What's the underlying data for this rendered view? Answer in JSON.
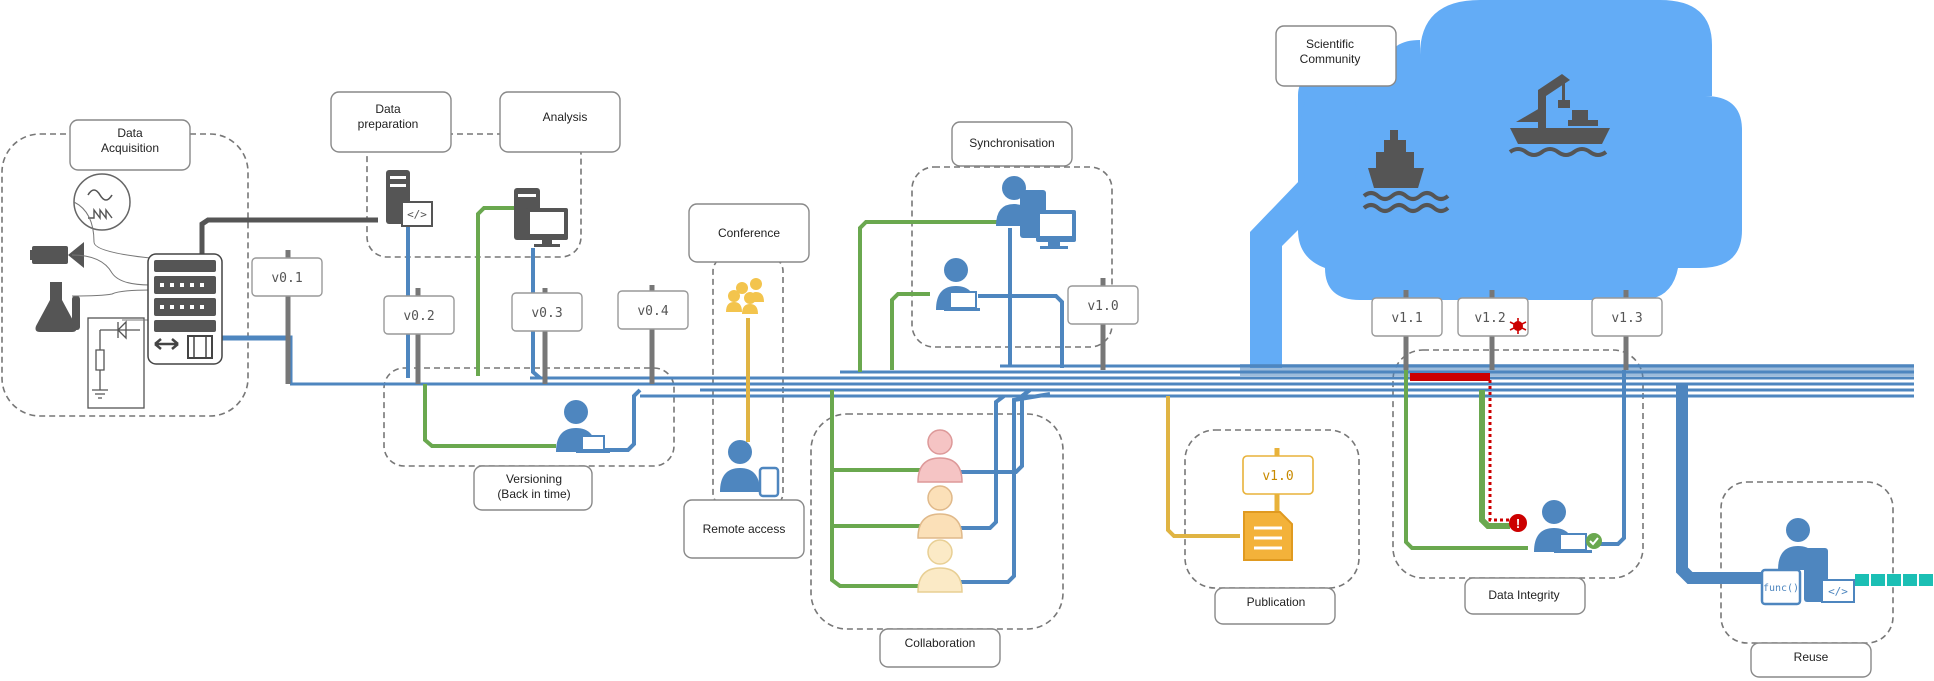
{
  "labels": {
    "data_acquisition": [
      "Data",
      "Acquisition"
    ],
    "data_preparation": [
      "Data",
      "preparation"
    ],
    "analysis": "Analysis",
    "conference": "Conference",
    "synchronisation": "Synchronisation",
    "scientific_community": [
      "Scientific",
      "Community"
    ],
    "versioning": [
      "Versioning",
      "(Back in time)"
    ],
    "remote_access": "Remote access",
    "collaboration": "Collaboration",
    "publication": "Publication",
    "data_integrity": "Data Integrity",
    "reuse": "Reuse"
  },
  "versions": {
    "v01": "v0.1",
    "v02": "v0.2",
    "v03": "v0.3",
    "v04": "v0.4",
    "v10": "v1.0",
    "v11": "v1.1",
    "v12": "v1.2",
    "v13": "v1.3",
    "publication_version": "v1.0"
  },
  "code_glyphs": {
    "tag": "</>",
    "func": "func()"
  },
  "colors": {
    "main_blue": "#4e86bf",
    "cloud_blue": "#63acf6",
    "green": "#6aa84f",
    "yellow": "#e0b443",
    "red": "#cc0000",
    "teal": "#1bbfb4",
    "dark_gray": "#555555",
    "pink": "#f5c4c4",
    "peach": "#fbe0b8"
  }
}
